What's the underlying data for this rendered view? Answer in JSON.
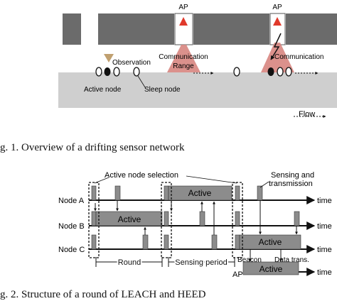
{
  "fig1": {
    "labels": {
      "ap_left": "AP",
      "ap_right": "AP",
      "observation": "Observation",
      "comm_range_line1": "Communication",
      "comm_range_line2": "Range",
      "communication": "Communication",
      "active_node": "Active node",
      "sleep_node": "Sleep node",
      "flow": "Flow"
    },
    "caption": "g. 1.    Overview of a drifting sensor network"
  },
  "fig2": {
    "labels": {
      "active_node_selection": "Active node selection",
      "sensing_line1": "Sensing and",
      "sensing_line2": "transmission",
      "node_a": "Node A",
      "node_b": "Node B",
      "node_c": "Node C",
      "time": "time",
      "active": "Active",
      "round": "Round",
      "sensing_period": "Sensing period",
      "beacon": "Beacon",
      "data_trans": "Data trans.",
      "ap": "AP"
    },
    "caption": "g. 2.    Structure of a round of LEACH and HEED"
  },
  "colors": {
    "dark_gray": "#6b6b6b",
    "light_gray": "#cfcfcf",
    "medium_gray": "#8c8c8c",
    "ap_red": "#e0392b",
    "range_pink": "#d78580",
    "observation_tan": "#c0a070"
  }
}
